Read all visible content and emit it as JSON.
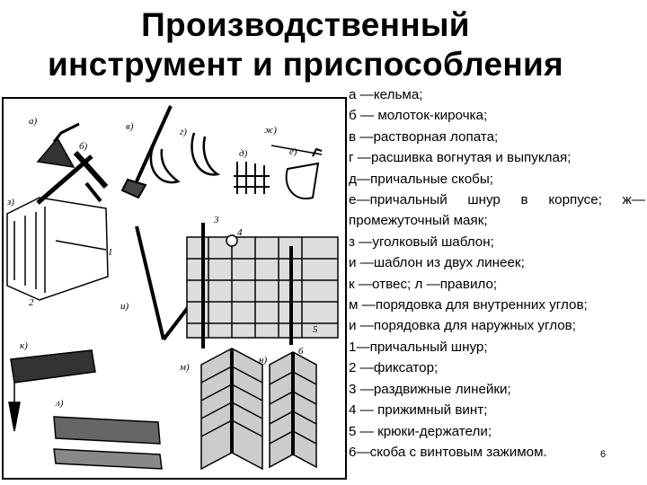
{
  "slide": {
    "title_line1": "Производственный",
    "title_line2": "инструмент и приспособления",
    "legend": [
      "а —кельма;",
      "б — молоток-кирочка;",
      "в —растворная лопата;",
      "г —расшивка вогнутая и выпуклая;",
      "д—причальные скобы;",
      "е—причальный шнур в корпусе; ж—промежуточный маяк;",
      "з —уголковый шаблон;",
      "и —шаблон из двух линеек;",
      "к —отвес; л —правило;",
      "м —порядовка для внутренних углов;",
      "и —порядовка для наружных углов;",
      "1—причальный шнур;",
      "2 —фиксатор;",
      "3 —раздвижные линейки;",
      "4 — прижимный винт;",
      "5 — крюки-держатели;",
      "6—скоба с винтовым зажимом."
    ],
    "page_number": "6"
  },
  "figure": {
    "labels": {
      "a": "а)",
      "b": "б)",
      "v": "в)",
      "g": "г)",
      "d": "д)",
      "e": "е)",
      "zh": "ж)",
      "z": "з)",
      "i": "и)",
      "k": "к)",
      "l": "л)",
      "m": "м)",
      "n": "н)",
      "n1": "1",
      "n2": "2",
      "n3": "3",
      "n4": "4",
      "n5": "5",
      "n6": "6"
    }
  }
}
